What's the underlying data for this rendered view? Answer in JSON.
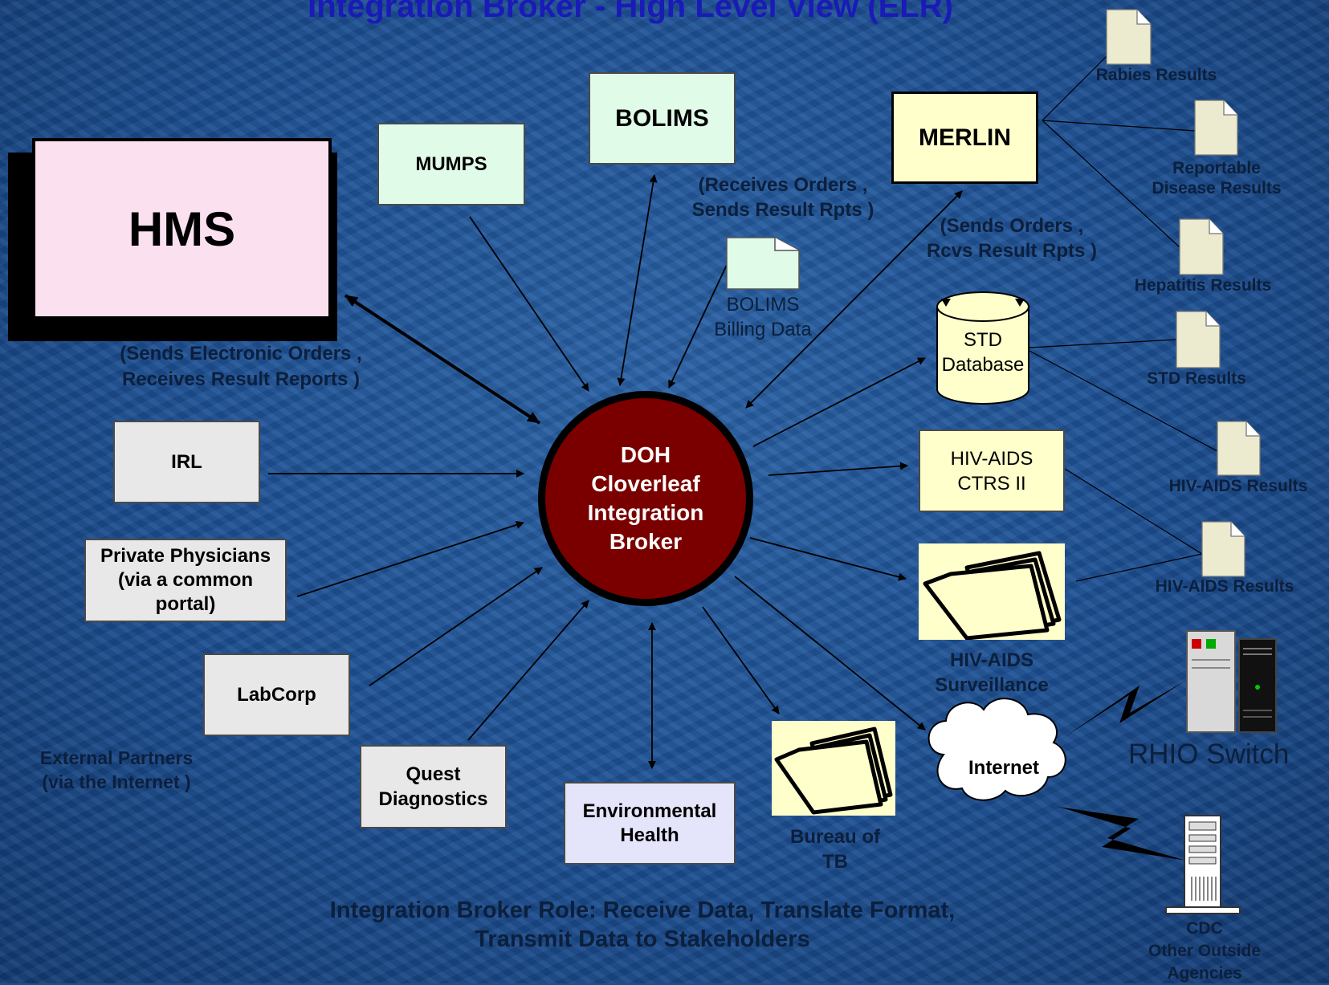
{
  "title": "Integration Broker - High Level View (ELR)",
  "hub": {
    "line1": "DOH",
    "line2": "Cloverleaf",
    "line3": "Integration",
    "line4": "Broker"
  },
  "hms": {
    "label": "HMS",
    "caption1": "(Sends Electronic Orders ,",
    "caption2": "Receives Result Reports )"
  },
  "mumps": {
    "label": "MUMPS"
  },
  "bolims": {
    "label": "BOLIMS",
    "caption1": "(Receives Orders ,",
    "caption2": "Sends Result Rpts )"
  },
  "bolims_billing": {
    "line1": "BOLIMS",
    "line2": "Billing Data"
  },
  "merlin": {
    "label": "MERLIN",
    "caption1": "(Sends Orders ,",
    "caption2": "Rcvs Result Rpts )"
  },
  "std_db": {
    "line1": "STD",
    "line2": "Database"
  },
  "hiv_ctrs": {
    "line1": "HIV-AIDS",
    "line2": "CTRS II"
  },
  "hiv_surv": {
    "line1": "HIV-AIDS",
    "line2": "Surveillance"
  },
  "tb": {
    "line1": "Bureau of",
    "line2": "TB"
  },
  "internet": {
    "label": "Internet"
  },
  "rhio": {
    "label": "RHIO Switch"
  },
  "cdc": {
    "line1": "CDC",
    "line2": "Other Outside",
    "line3": "Agencies"
  },
  "irl": {
    "label": "IRL"
  },
  "private": {
    "line1": "Private Physicians",
    "line2": "(via a common",
    "line3": "portal)"
  },
  "labcorp": {
    "label": "LabCorp"
  },
  "quest": {
    "line1": "Quest",
    "line2": "Diagnostics"
  },
  "external": {
    "line1": "External Partners",
    "line2": "(via the Internet )"
  },
  "env": {
    "line1": "Environmental",
    "line2": "Health"
  },
  "docs": {
    "rabies": "Rabies Results",
    "reportable1": "Reportable",
    "reportable2": "Disease Results",
    "hepatitis": "Hepatitis Results",
    "std": "STD Results",
    "hiv1": "HIV-AIDS Results",
    "hiv2": "HIV-AIDS Results"
  },
  "footer": {
    "line1": "Integration Broker Role:  Receive Data, Translate Format,",
    "line2": "Transmit Data to Stakeholders"
  },
  "colors": {
    "hub": "#7a0000",
    "hms": "#fbe0ef",
    "mint": "#e0fbe8",
    "yellow": "#ffffcc",
    "grey": "#e8e8e8",
    "lavender": "#e4e4fb",
    "doc": "#ecebcf",
    "title": "#1a1ab8"
  }
}
